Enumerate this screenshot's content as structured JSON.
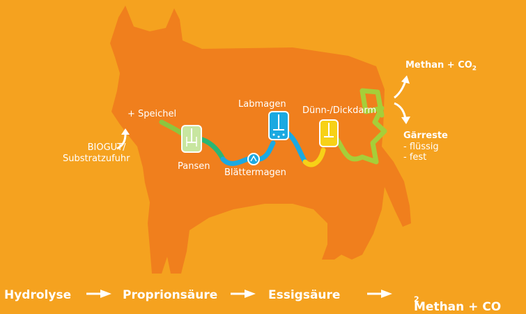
{
  "colors": {
    "background": "#f5a21f",
    "cow": "#f07f1d",
    "tube_green": "#8cc63f",
    "tube_blue": "#1ba9e1",
    "tube_yellow": "#f7d117",
    "arrow_white": "#ffffff"
  },
  "labels": {
    "input_line1": "BIOGUT/",
    "input_line2": "Substratzufuhr",
    "speichel": "+ Speichel",
    "pansen": "Pansen",
    "blaettermagen": "Blättermagen",
    "labmagen": "Labmagen",
    "darm": "Dünn-/Dickdarm",
    "methan": "Methan + CO",
    "methan_sub": "2",
    "gaerreste": "Gärreste",
    "fluessig": "- flüssig",
    "fest": "- fest"
  },
  "bottom": {
    "step1": "Hydrolyse",
    "step2": "Proprionsäure",
    "step3": "Essigsäure",
    "step4": "Methan + CO",
    "step4_sub": "2"
  }
}
